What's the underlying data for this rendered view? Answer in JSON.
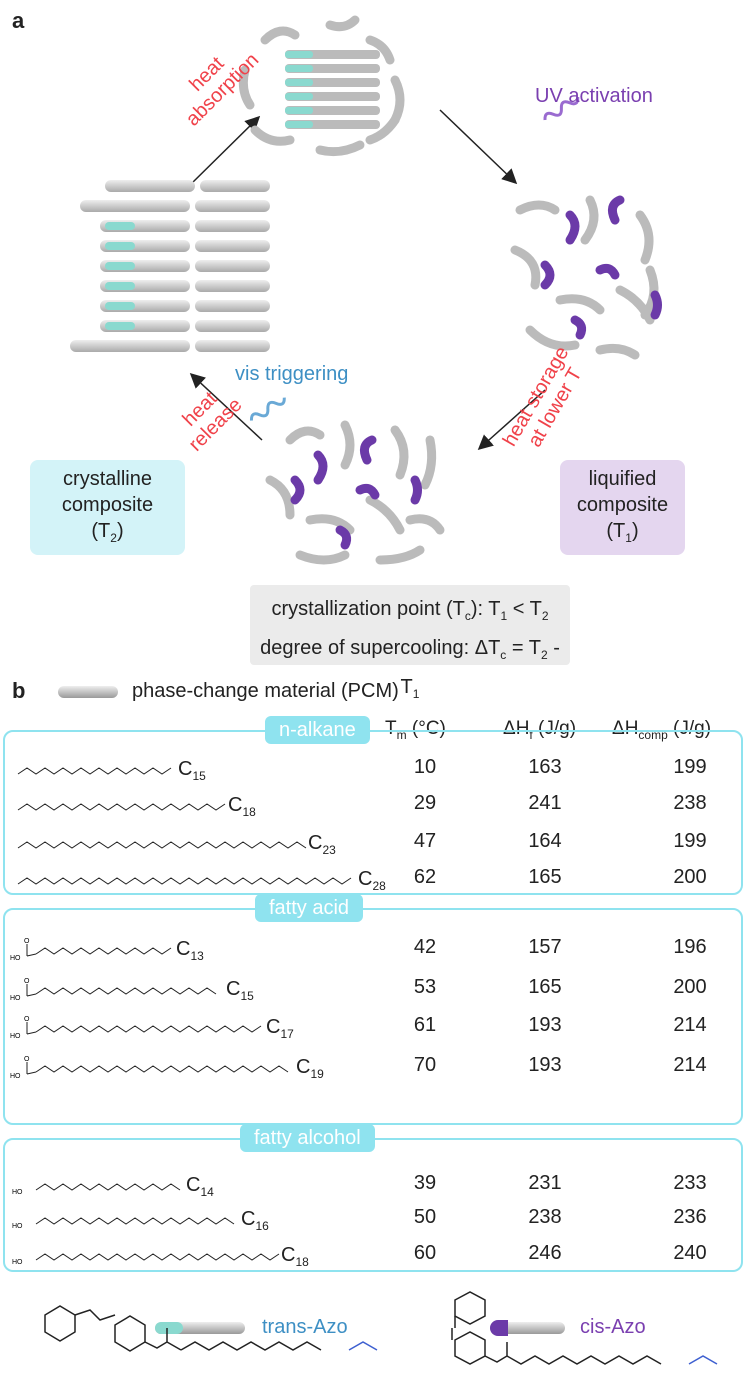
{
  "panel_a": {
    "label": "a",
    "heat_absorption": [
      "heat",
      "absorption"
    ],
    "uv_activation": "UV activation",
    "heat_storage": [
      "heat storage",
      "at lower T"
    ],
    "vis_triggering": "vis triggering",
    "heat_release": [
      "heat",
      "release"
    ],
    "crystalline_box": {
      "line1": "crystalline",
      "line2": "composite",
      "t": "T",
      "sub": "2"
    },
    "liquified_box": {
      "line1": "liquified",
      "line2": "composite",
      "t": "T",
      "sub": "1"
    },
    "summary": {
      "line1_a": "crystallization point (T",
      "line1_sub": "c",
      "line1_b": "): T",
      "line1_sub2": "1",
      "line1_c": " < T",
      "line1_sub3": "2",
      "line2_a": "degree of supercooling: ΔT",
      "line2_sub": "c",
      "line2_b": " = T",
      "line2_sub2": "2",
      "line2_c": " - T",
      "line2_sub3": "1"
    }
  },
  "panel_b": {
    "label": "b",
    "legend": "phase-change material (PCM)",
    "headers": {
      "tm": "T",
      "tm_sub": "m",
      "tm_unit": " (°C)",
      "hf": "ΔH",
      "hf_sub": "f",
      "hf_unit": " (J/g)",
      "hc": "ΔH",
      "hc_sub": "comp",
      "hc_unit": " (J/g)"
    },
    "groups": [
      {
        "name": "n-alkane",
        "rows": [
          {
            "c": "C",
            "n": "15",
            "tm": "10",
            "hf": "163",
            "hc": "199"
          },
          {
            "c": "C",
            "n": "18",
            "tm": "29",
            "hf": "241",
            "hc": "238"
          },
          {
            "c": "C",
            "n": "23",
            "tm": "47",
            "hf": "164",
            "hc": "199"
          },
          {
            "c": "C",
            "n": "28",
            "tm": "62",
            "hf": "165",
            "hc": "200"
          }
        ]
      },
      {
        "name": "fatty acid",
        "rows": [
          {
            "c": "C",
            "n": "13",
            "tm": "42",
            "hf": "157",
            "hc": "196"
          },
          {
            "c": "C",
            "n": "15",
            "tm": "53",
            "hf": "165",
            "hc": "200"
          },
          {
            "c": "C",
            "n": "17",
            "tm": "61",
            "hf": "193",
            "hc": "214"
          },
          {
            "c": "C",
            "n": "19",
            "tm": "70",
            "hf": "193",
            "hc": "214"
          }
        ]
      },
      {
        "name": "fatty alcohol",
        "rows": [
          {
            "c": "C",
            "n": "14",
            "tm": "39",
            "hf": "231",
            "hc": "233"
          },
          {
            "c": "C",
            "n": "16",
            "tm": "50",
            "hf": "238",
            "hc": "236"
          },
          {
            "c": "C",
            "n": "18",
            "tm": "60",
            "hf": "246",
            "hc": "240"
          }
        ]
      }
    ],
    "trans_label": "trans-Azo",
    "cis_label": "cis-Azo"
  },
  "colors": {
    "red": "#f0424a",
    "purple": "#7a3fb0",
    "blue": "#3d8fc4",
    "cyan": "#8fe3ef"
  }
}
